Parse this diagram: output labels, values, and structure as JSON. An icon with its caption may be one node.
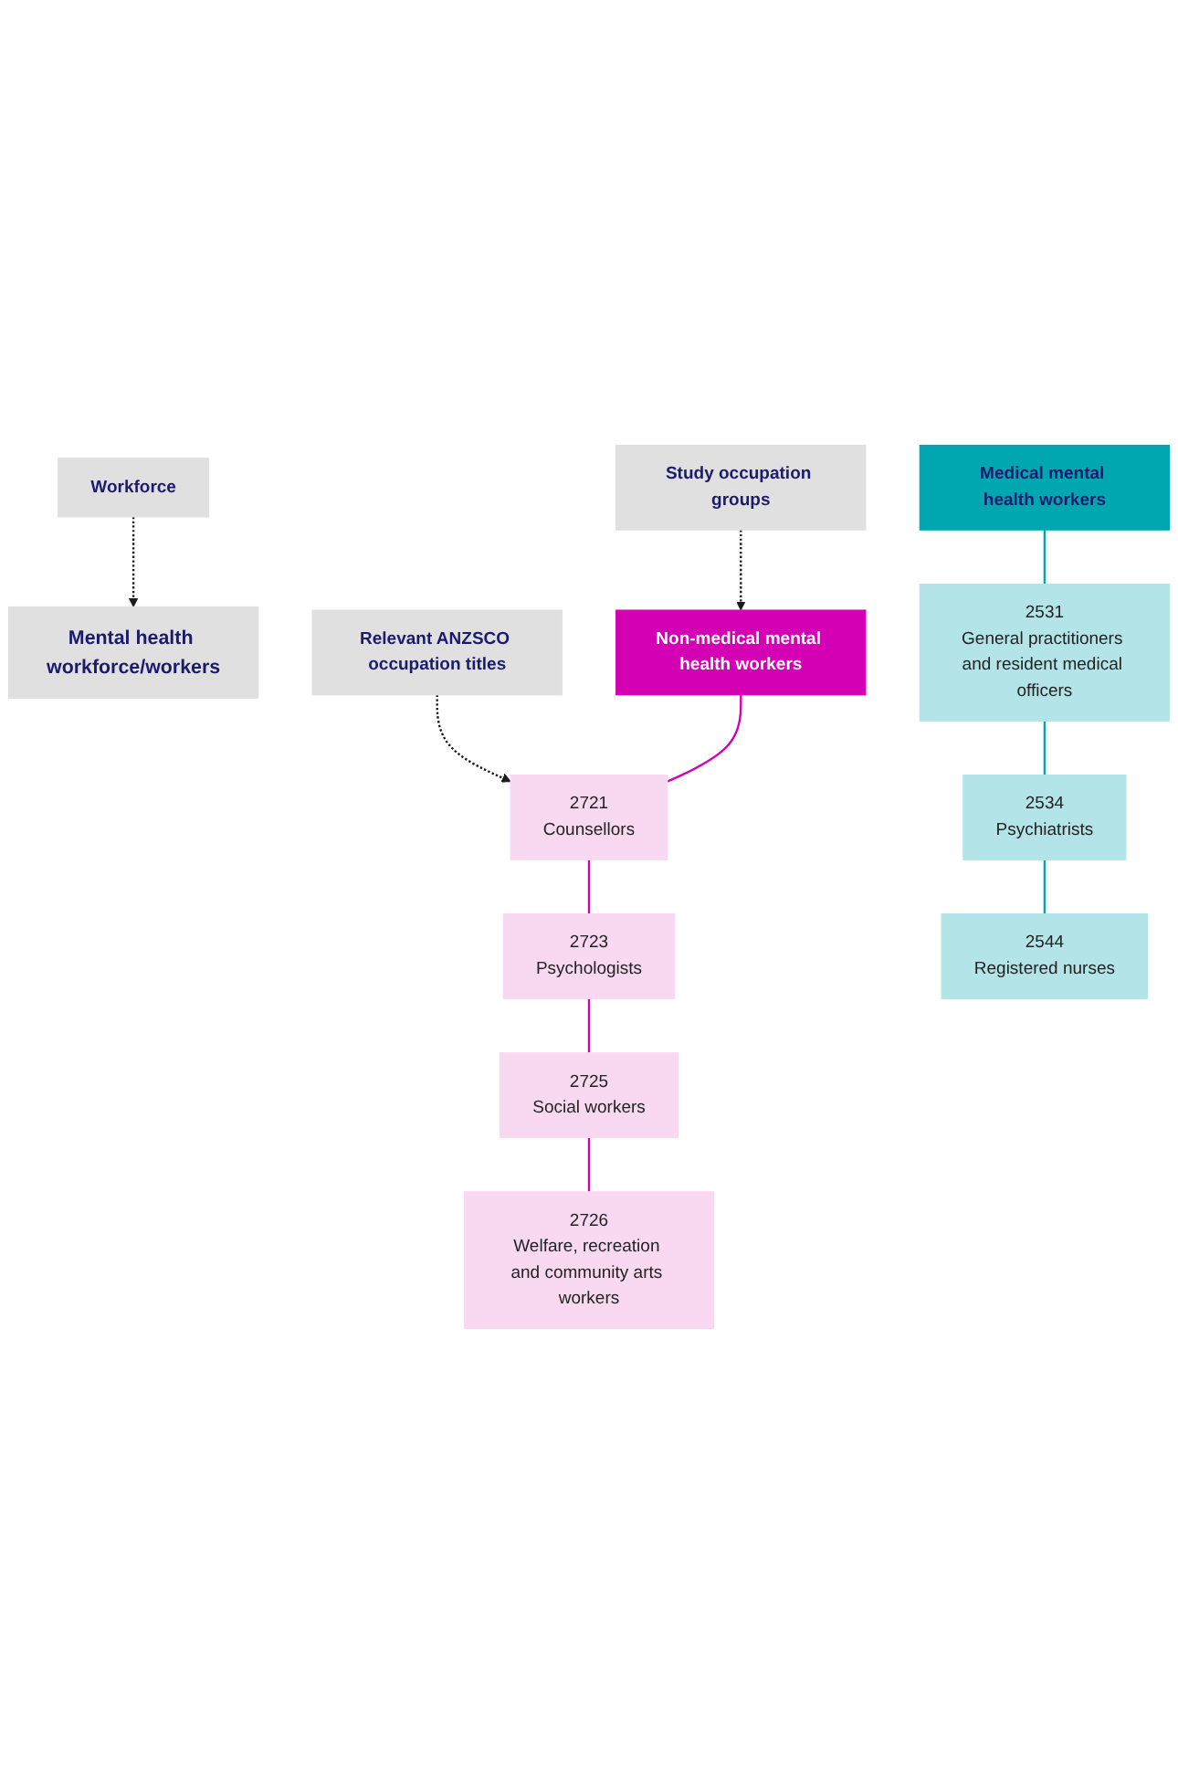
{
  "diagram": {
    "nodes": [
      {
        "text": [
          "Workforce"
        ]
      },
      {
        "text": [
          "Mental health workforce/workers"
        ]
      },
      {
        "text": [
          "Study occupation groups"
        ]
      },
      {
        "text": [
          "Non-medical mental health workers"
        ]
      },
      {
        "text": [
          "Medical mental health workers"
        ]
      },
      {
        "text": [
          "Relevant ANZSCO occupation titles"
        ]
      },
      {
        "text": [
          "2721",
          "Counsellors"
        ]
      },
      {
        "text": [
          "2723",
          "Psychologists"
        ]
      },
      {
        "text": [
          "2725",
          "Social workers"
        ]
      },
      {
        "text": [
          "2726",
          "Welfare, recreation and community arts workers"
        ]
      },
      {
        "text": [
          "2531",
          "General practitioners and resident medical officers"
        ]
      },
      {
        "text": [
          "2534",
          "Psychiatrists"
        ]
      },
      {
        "text": [
          "2544",
          "Registered nurses"
        ]
      }
    ],
    "edges": [
      {
        "from": 0,
        "to": 1,
        "arrow": "to",
        "style": "dashed",
        "color": "#1b1b1b"
      },
      {
        "from": 2,
        "to": 3,
        "arrow": "to",
        "style": "dashed",
        "color": "#1b1b1b"
      },
      {
        "from": 5,
        "to": 6,
        "arrow": "to",
        "style": "dashed",
        "color": "#1b1b1b"
      },
      {
        "from": 3,
        "to": 6,
        "arrow": "none",
        "color": "#d400b4"
      },
      {
        "from": 6,
        "to": 7,
        "arrow": "none",
        "color": "#d400b4"
      },
      {
        "from": 7,
        "to": 8,
        "arrow": "none",
        "color": "#d400b4"
      },
      {
        "from": 8,
        "to": 9,
        "arrow": "none",
        "color": "#d400b4"
      },
      {
        "from": 4,
        "to": 10,
        "arrow": "none",
        "color": "#00a6b0"
      },
      {
        "from": 10,
        "to": 11,
        "arrow": "none",
        "color": "#00a6b0"
      },
      {
        "from": 11,
        "to": 12,
        "arrow": "none",
        "color": "#00a6b0"
      }
    ]
  }
}
